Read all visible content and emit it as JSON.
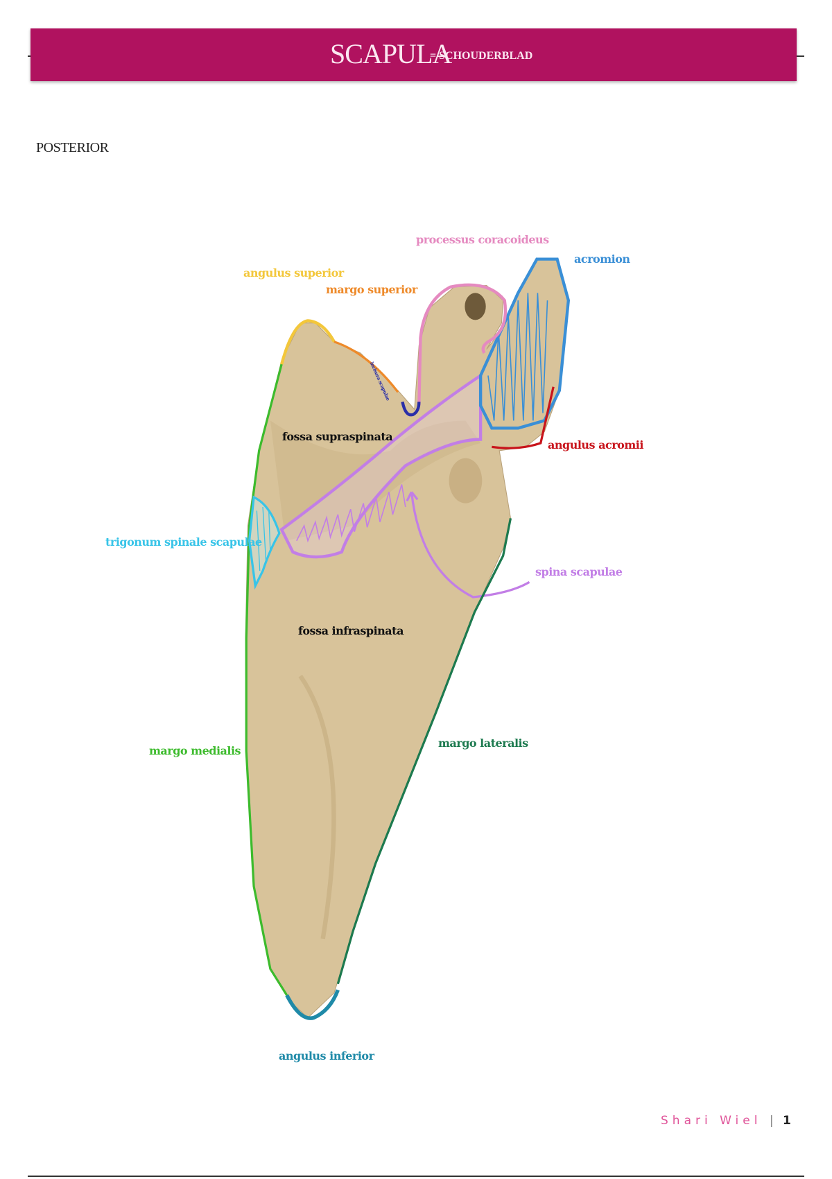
{
  "header": {
    "title": "SCAPULA",
    "subtitle": "= SCHOUDERBLAD"
  },
  "view_label": "POSTERIOR",
  "labels": {
    "processus_coracoideus": {
      "text": "processus coracoideus",
      "color": "#e58ac0"
    },
    "acromion": {
      "text": "acromion",
      "color": "#3a8fd6"
    },
    "angulus_superior": {
      "text": "angulus superior",
      "color": "#f3c73b"
    },
    "margo_superior": {
      "text": "margo superior",
      "color": "#ee8a2a"
    },
    "incisura_scapulae": {
      "text": "incisura scapulae",
      "color": "#2a2fa8"
    },
    "fossa_supraspinata": {
      "text": "fossa supraspinata",
      "color": "#111111"
    },
    "angulus_acromii": {
      "text": "angulus acromii",
      "color": "#c8141b"
    },
    "trigonum_spinale_scapulae": {
      "text": "trigonum spinale scapulae",
      "color": "#38c4e8"
    },
    "spina_scapulae": {
      "text": "spina scapulae",
      "color": "#c27ee6"
    },
    "fossa_infraspinata": {
      "text": "fossa infraspinata",
      "color": "#111111"
    },
    "margo_medialis": {
      "text": "margo medialis",
      "color": "#3dbb2d"
    },
    "margo_lateralis": {
      "text": "margo lateralis",
      "color": "#1d7a4f"
    },
    "angulus_inferior": {
      "text": "angulus inferior",
      "color": "#1f8aa8"
    }
  },
  "footer": {
    "author": "Shari Wiel",
    "separator": "|",
    "page": "1"
  }
}
